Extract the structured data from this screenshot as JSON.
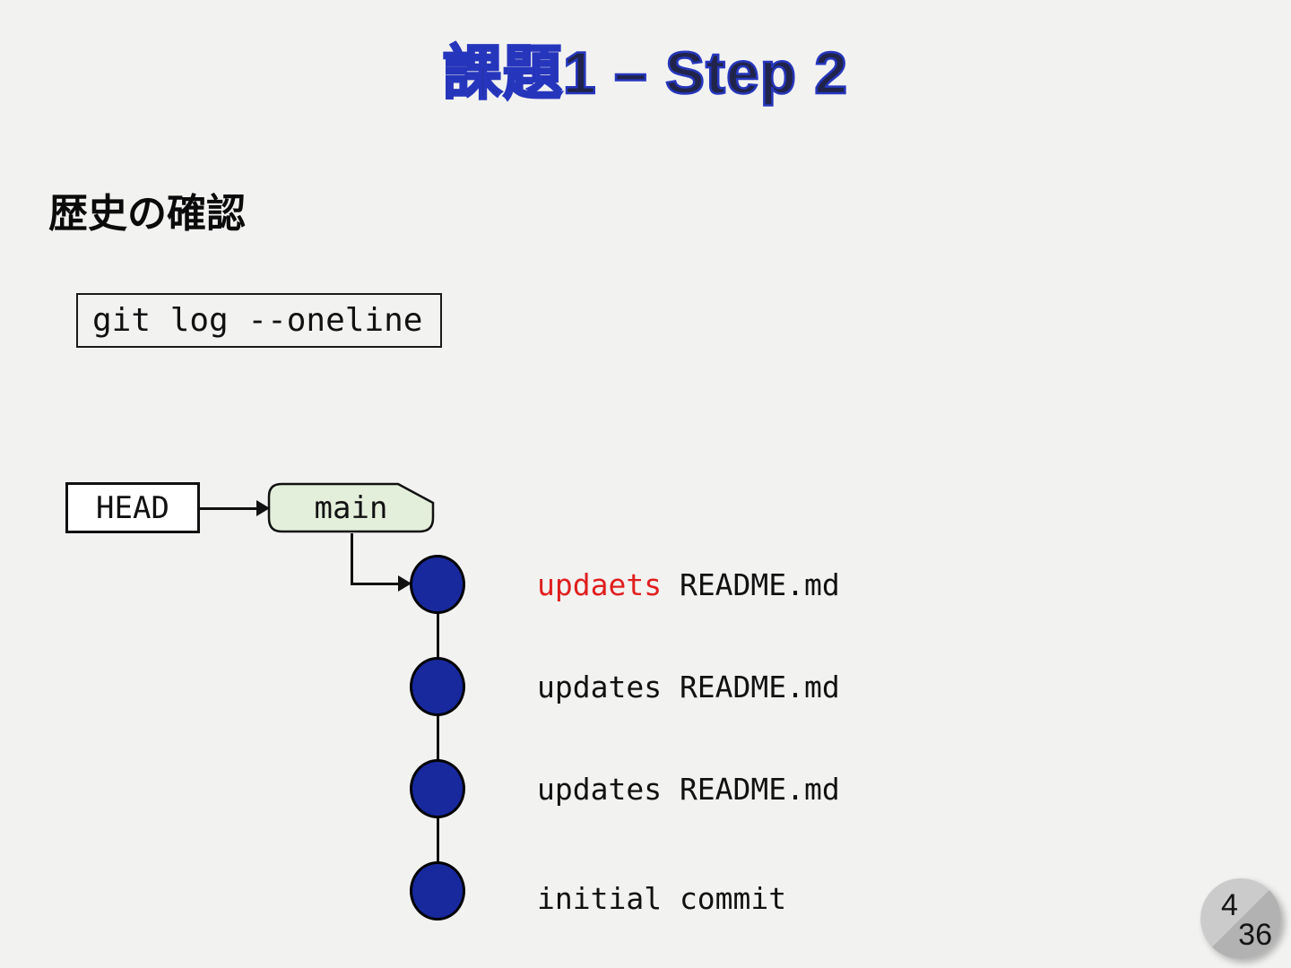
{
  "slide": {
    "title": "課題1 – Step 2",
    "heading": "歴史の確認",
    "command": "git log --oneline",
    "page_current": "4",
    "page_total": "36"
  },
  "diagram": {
    "head_label": "HEAD",
    "branch_label": "main",
    "commits": [
      {
        "typo": "updaets",
        "rest": " README.md"
      },
      {
        "text": "updates README.md"
      },
      {
        "text": "updates README.md"
      },
      {
        "text": "initial commit"
      }
    ]
  },
  "colors": {
    "slide_background": "#f2f2f1",
    "title_fill": "#20244a",
    "title_outline": "#2636bc",
    "branch_badge_fill": "#e3eedb",
    "commit_node_fill": "#18299e",
    "typo_highlight": "#e01f1f",
    "page_badge_light": "#cbcbcb",
    "page_badge_dark": "#b2b2b2"
  }
}
